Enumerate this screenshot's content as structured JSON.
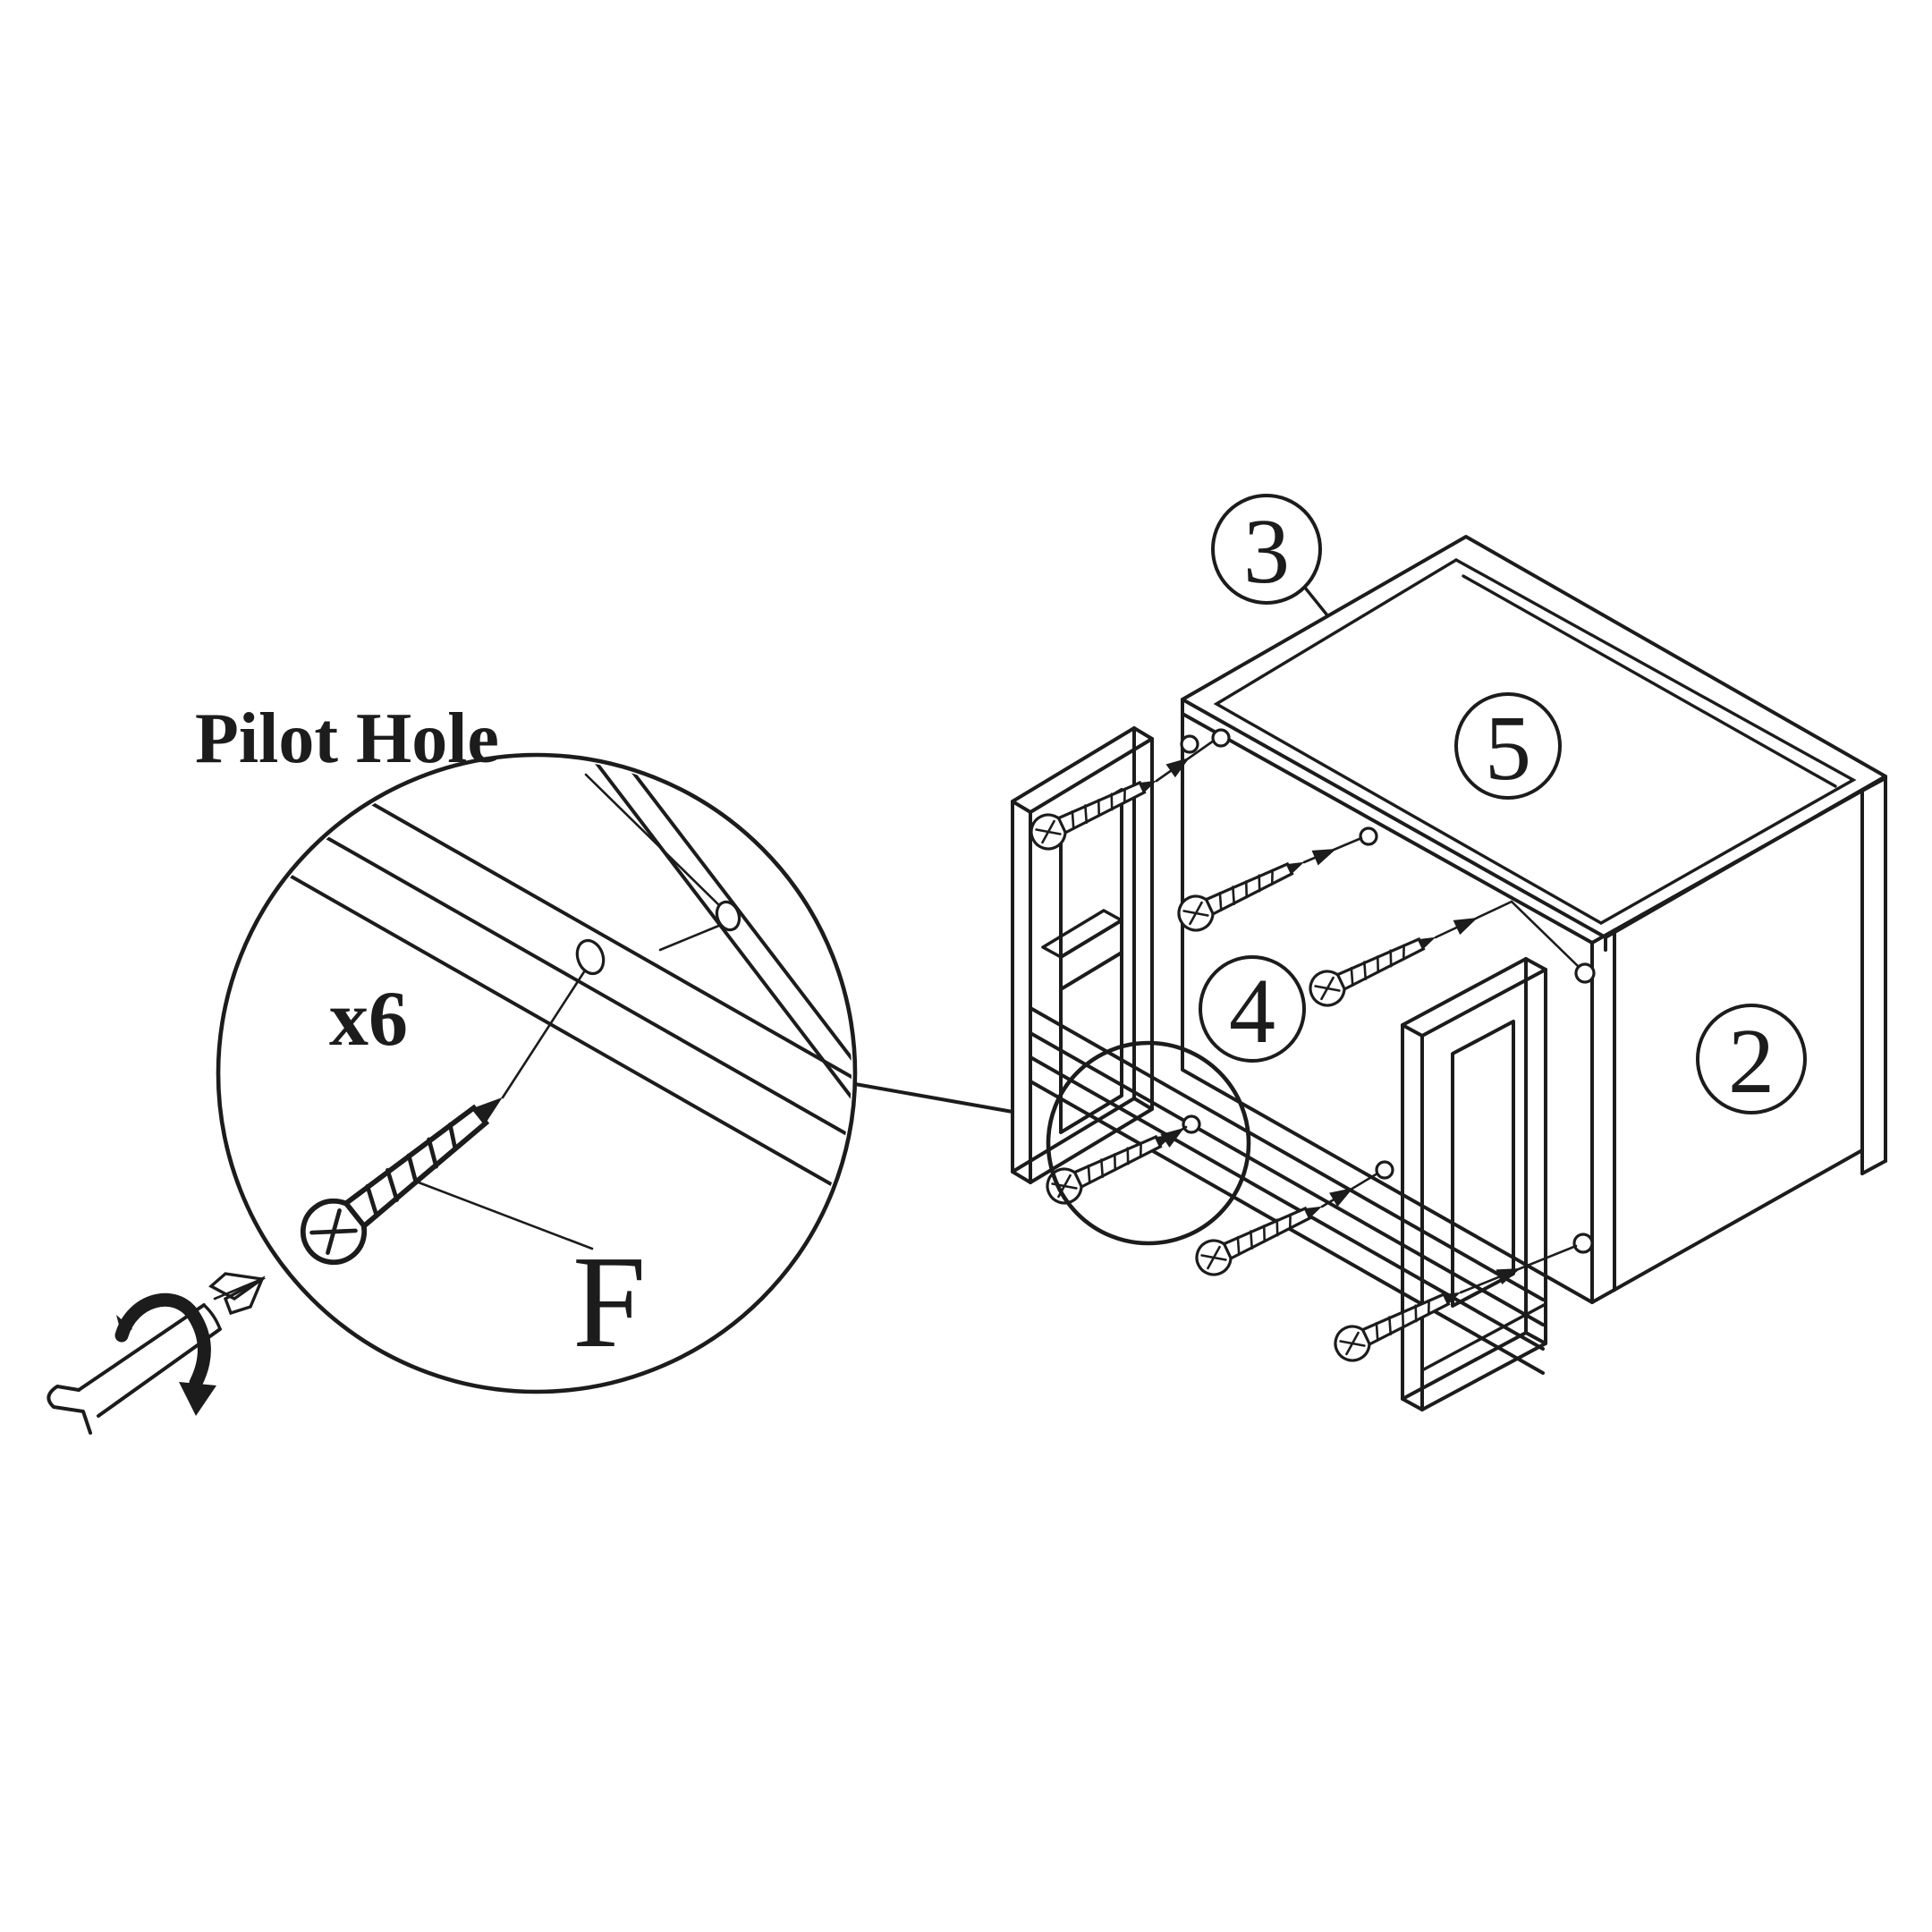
{
  "page": {
    "background": "#ffffff",
    "line_color": "#1c1c1c"
  },
  "detail_callout": {
    "title": "Pilot Hole",
    "quantity_label": "x6",
    "screw_label": "F"
  },
  "part_callouts": [
    {
      "number": "3"
    },
    {
      "number": "5"
    },
    {
      "number": "4"
    },
    {
      "number": "2"
    }
  ]
}
